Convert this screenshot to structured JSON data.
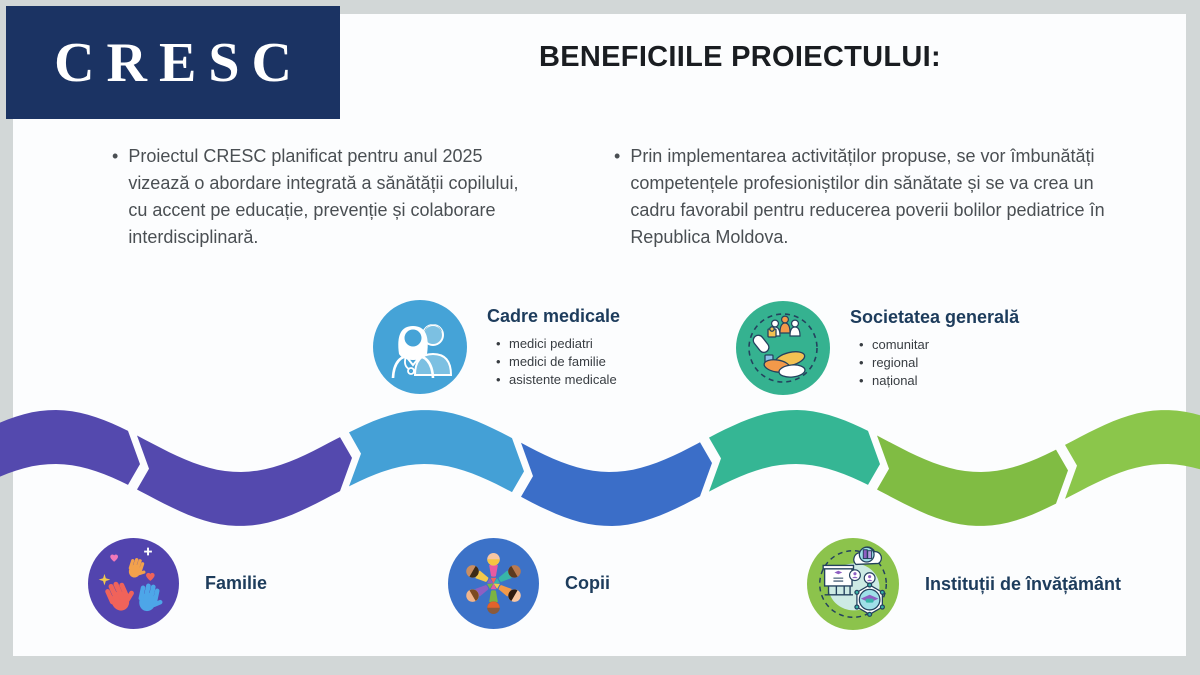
{
  "brand": {
    "logo_text": "CRESC"
  },
  "header": {
    "title": "BENEFICIILE PROIECTULUI:"
  },
  "intro_bullets": [
    "Proiectul CRESC planificat pentru anul 2025 vizează o abordare integrată a sănătății copilului, cu accent pe educație, prevenție și colaborare interdisciplinară.",
    "Prin implementarea activităților propuse, se vor îmbunătăți competențele profesioniștilor din sănătate și se va crea un cadru favorabil pentru reducerea poverii bolilor pediatrice în Republica Moldova."
  ],
  "stakeholders_top": [
    {
      "label": "Cadre medicale",
      "icon": "doctors-icon",
      "circle_color": "#45a3d7",
      "items": [
        "medici pediatri",
        "medici de familie",
        "asistente medicale"
      ]
    },
    {
      "label": "Societatea generală",
      "icon": "community-hands-icon",
      "circle_color": "#35b290",
      "items": [
        "comunitar",
        "regional",
        "național"
      ]
    }
  ],
  "stakeholders_bottom": [
    {
      "label": "Familie",
      "icon": "family-hands-icon",
      "circle_color": "#5244ae"
    },
    {
      "label": "Copii",
      "icon": "children-circle-icon",
      "circle_color": "#3c72c8"
    },
    {
      "label": "Instituții de învățământ",
      "icon": "education-institutions-icon",
      "circle_color": "#8cc34c"
    }
  ],
  "wave": {
    "colors": [
      "#5449ae",
      "#5449ae",
      "#44a0d6",
      "#3b6ec8",
      "#35b694",
      "#80bc43",
      "#8bc64b"
    ],
    "breaks": [
      128,
      340,
      512,
      700,
      868,
      1056
    ]
  },
  "palette": {
    "frame": "#d2d7d7",
    "card": "#fcfdfe",
    "logo_bg": "#1b3363",
    "title_text": "#1a1d21",
    "body_text": "#4a4f53",
    "heading_text": "#1d3c5c"
  }
}
